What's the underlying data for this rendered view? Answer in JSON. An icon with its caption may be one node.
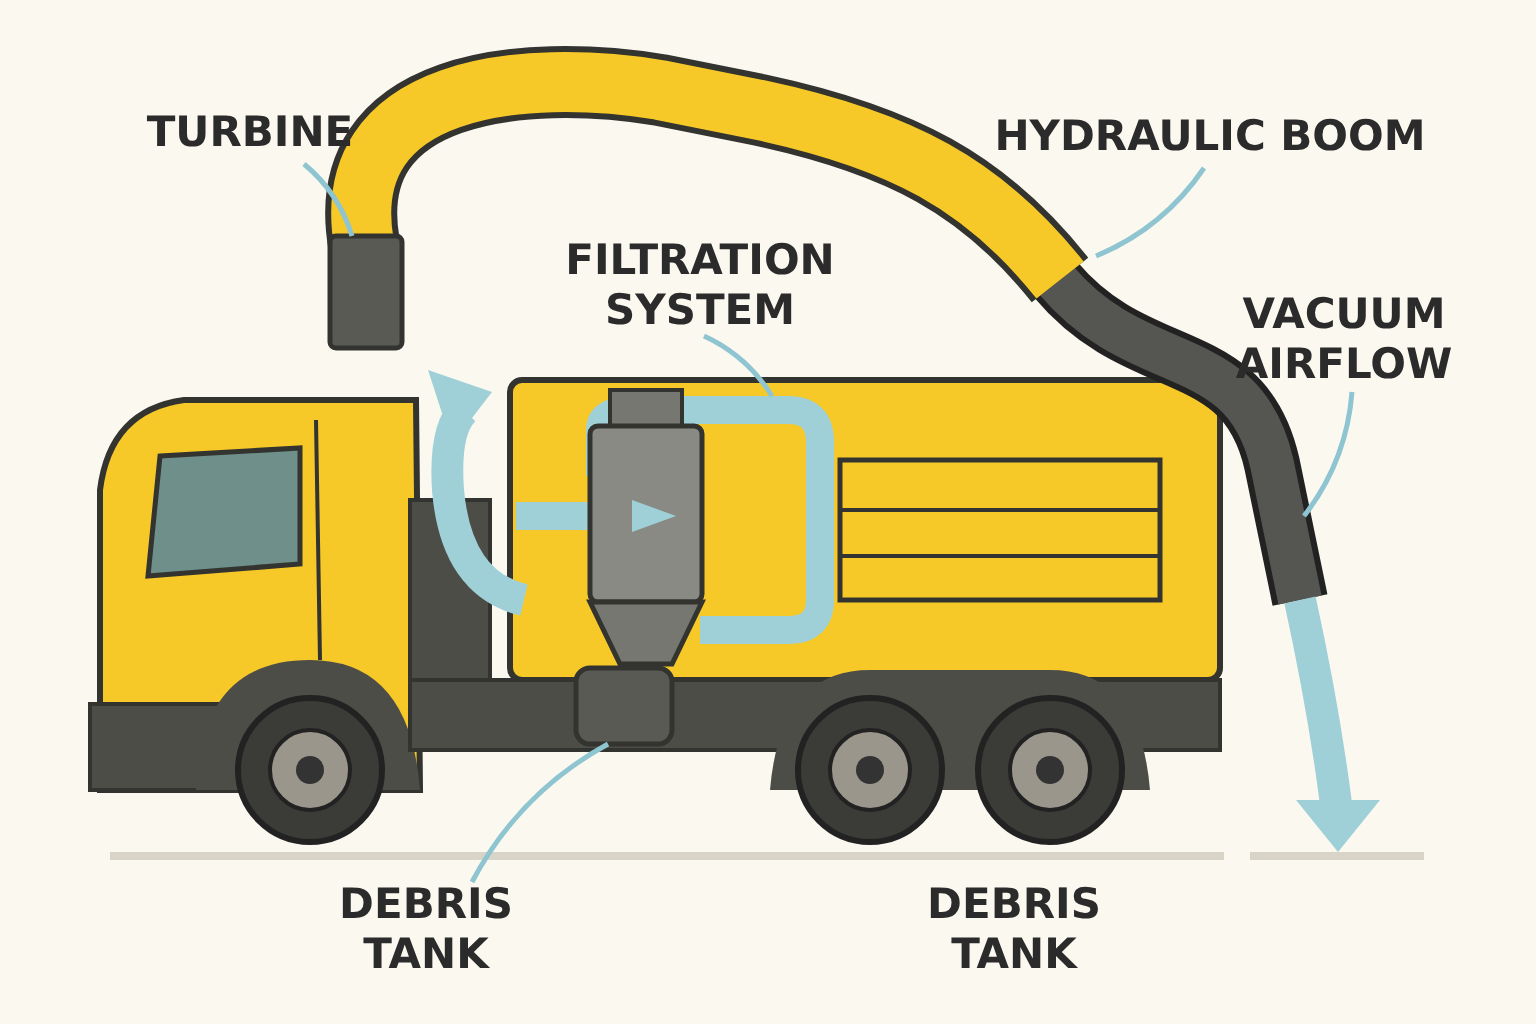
{
  "diagram": {
    "nodes": [
      {
        "text": [
          "TURBINE"
        ]
      },
      {
        "text": [
          "HYDRAULIC BOOM"
        ]
      },
      {
        "text": [
          "FILTRATION SYSTEM"
        ]
      },
      {
        "text": [
          "VACUUM AIRFLOW"
        ]
      },
      {
        "text": [
          "DEBRIS TANK"
        ]
      },
      {
        "text": [],
        "shape": "box"
      },
      {
        "text": [],
        "shape": "picture"
      },
      {
        "text": [],
        "shape": "picture"
      },
      {
        "text": [],
        "shape": "picture"
      },
      {
        "text": [],
        "shape": "box"
      }
    ],
    "edges": [
      {
        "from": 0,
        "to": 5,
        "arrow": "none"
      },
      {
        "from": 1,
        "to": 6,
        "arrow": "none"
      },
      {
        "from": 2,
        "to": 7,
        "arrow": "none"
      },
      {
        "from": 3,
        "to": 8,
        "arrow": "none"
      },
      {
        "from": 4,
        "to": 9,
        "arrow": "none"
      }
    ],
    "labels": [
      "DEBRIS TANK"
    ]
  }
}
